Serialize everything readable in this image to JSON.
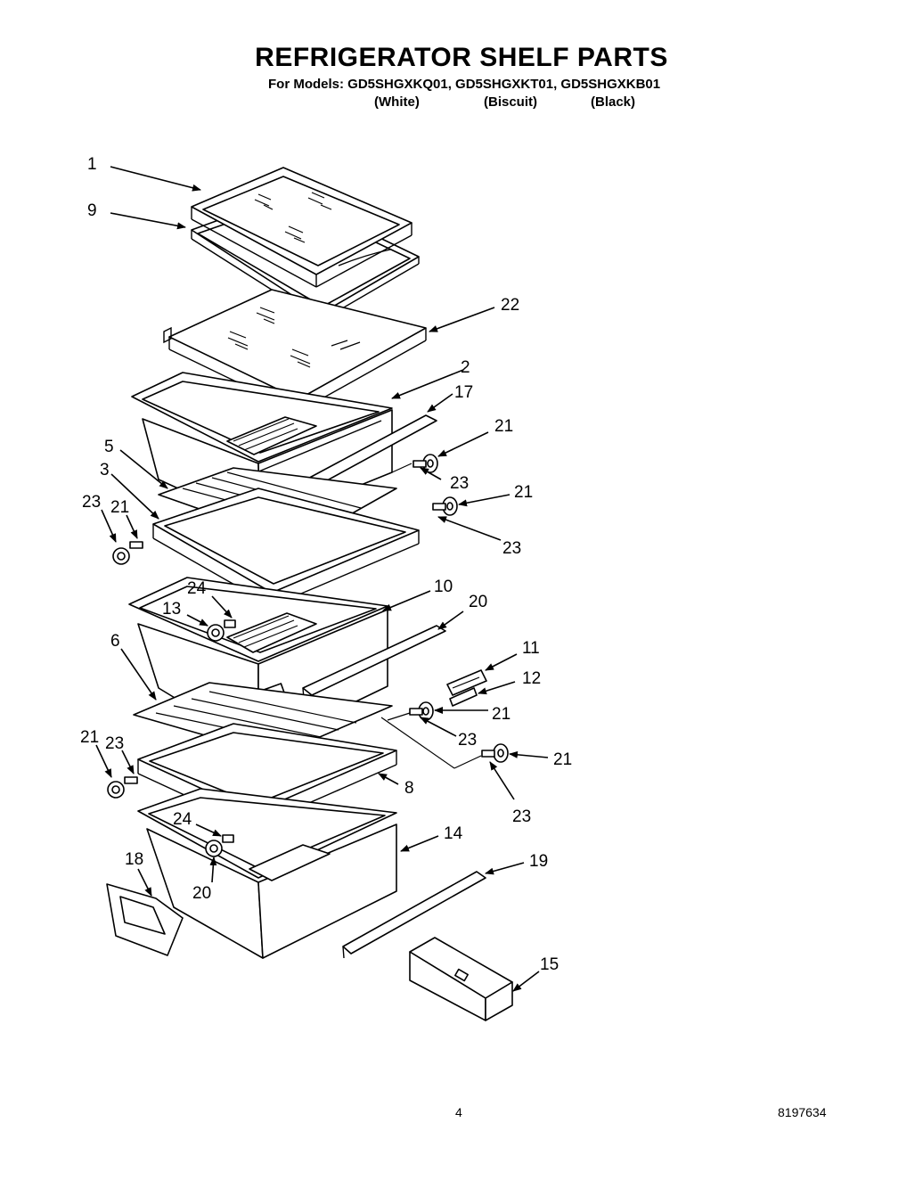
{
  "header": {
    "title": "REFRIGERATOR SHELF PARTS",
    "models": "For Models: GD5SHGXKQ01, GD5SHGXKT01, GD5SHGXKB01",
    "colors": [
      "(White)",
      "(Biscuit)",
      "(Black)"
    ]
  },
  "callouts": [
    "1",
    "9",
    "22",
    "2",
    "17",
    "21",
    "5",
    "3",
    "23",
    "21",
    "23",
    "21",
    "23",
    "24",
    "10",
    "13",
    "20",
    "6",
    "11",
    "12",
    "21",
    "23",
    "21",
    "23",
    "21",
    "8",
    "23",
    "24",
    "14",
    "18",
    "19",
    "20",
    "15"
  ],
  "footer": {
    "page_number": "4",
    "doc_number": "8197634"
  }
}
